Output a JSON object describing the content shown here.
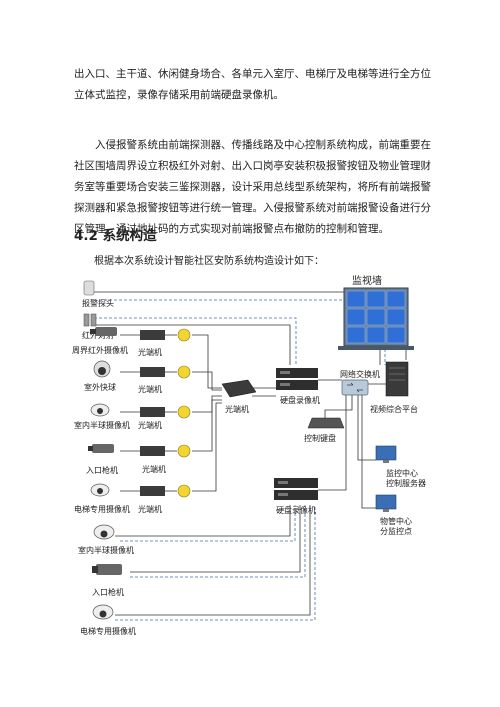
{
  "text": {
    "paragraph1": "出入口、主干道、休闲健身场合、各单元入室厅、电梯厅及电梯等进行全方位立体式监控，录像存储采用前端硬盘录像机。",
    "paragraph2": "入侵报警系统由前端探测器、传播线路及中心控制系统构成，前端重要在社区围墙周界设立积极红外对射、出入口岗亭安装积极报警按钮及物业管理财务室等重要场合安装三鉴探测器，设计采用总线型系统架构，将所有前端报警探测器和紧急报警按钮等进行统一管理。入侵报警系统对前端报警设备进行分区管理，通过地址码的方式实现对前端报警点布撤防的控制和管理。",
    "section_heading": "4.2 系统构造",
    "intro": "根据本次系统设计智能社区安防系统构造设计如下："
  },
  "diagram": {
    "video_wall": "监视墙",
    "alarm_probe": "报警探头",
    "ir_beam": "红外对射",
    "perimeter_ir_camera": "周界红外摄像机",
    "outdoor_dome": "室外快球",
    "indoor_half_dome_1": "室内半球摄像机",
    "entrance_gun_1": "入口枪机",
    "elevator_camera_1": "电梯专用摄像机",
    "indoor_half_dome_2": "室内半球摄像机",
    "entrance_gun_2": "入口枪机",
    "elevator_camera_2": "电梯专用摄像机",
    "optical_transceiver": "光端机",
    "network_switch": "网络交换机",
    "dvr": "硬盘录像机",
    "control_keyboard": "控制键盘",
    "video_platform": "视频综合平台",
    "monitor_center": "监控中心\n控制服务器",
    "property_center": "物管中心\n分监控点"
  }
}
